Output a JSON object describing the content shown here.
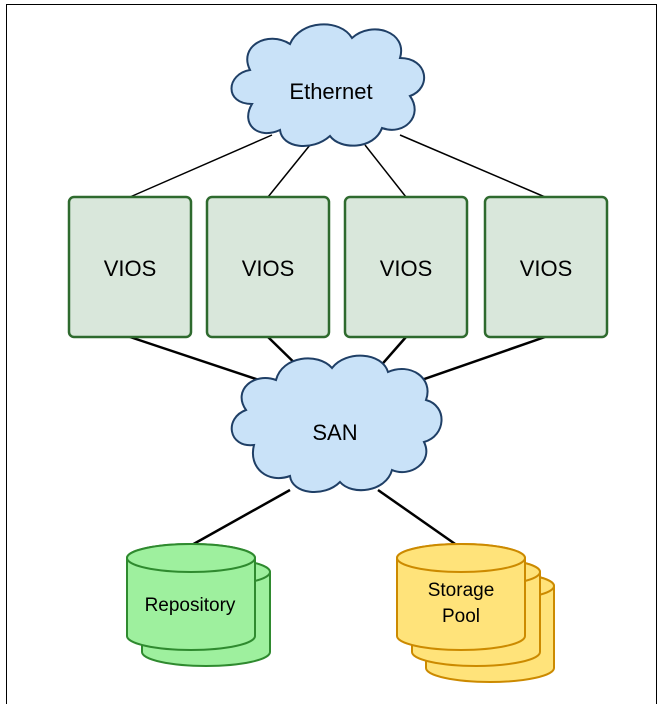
{
  "network": {
    "ethernet_label": "Ethernet",
    "san_label": "SAN"
  },
  "vios_nodes": [
    {
      "label": "VIOS"
    },
    {
      "label": "VIOS"
    },
    {
      "label": "VIOS"
    },
    {
      "label": "VIOS"
    }
  ],
  "storage": {
    "repository": {
      "label": "Repository",
      "color": "#9ef09e"
    },
    "storage_pool": {
      "line1": "Storage",
      "line2": "Pool",
      "color": "#ffe37a"
    }
  },
  "colors": {
    "cloud_fill": "#c9e2f8",
    "cloud_stroke": "#1f3f66",
    "vios_fill": "#d9e7db",
    "vios_stroke": "#2e6a2e",
    "repository_stroke": "#2f8a2f",
    "pool_stroke": "#cc8a00"
  }
}
